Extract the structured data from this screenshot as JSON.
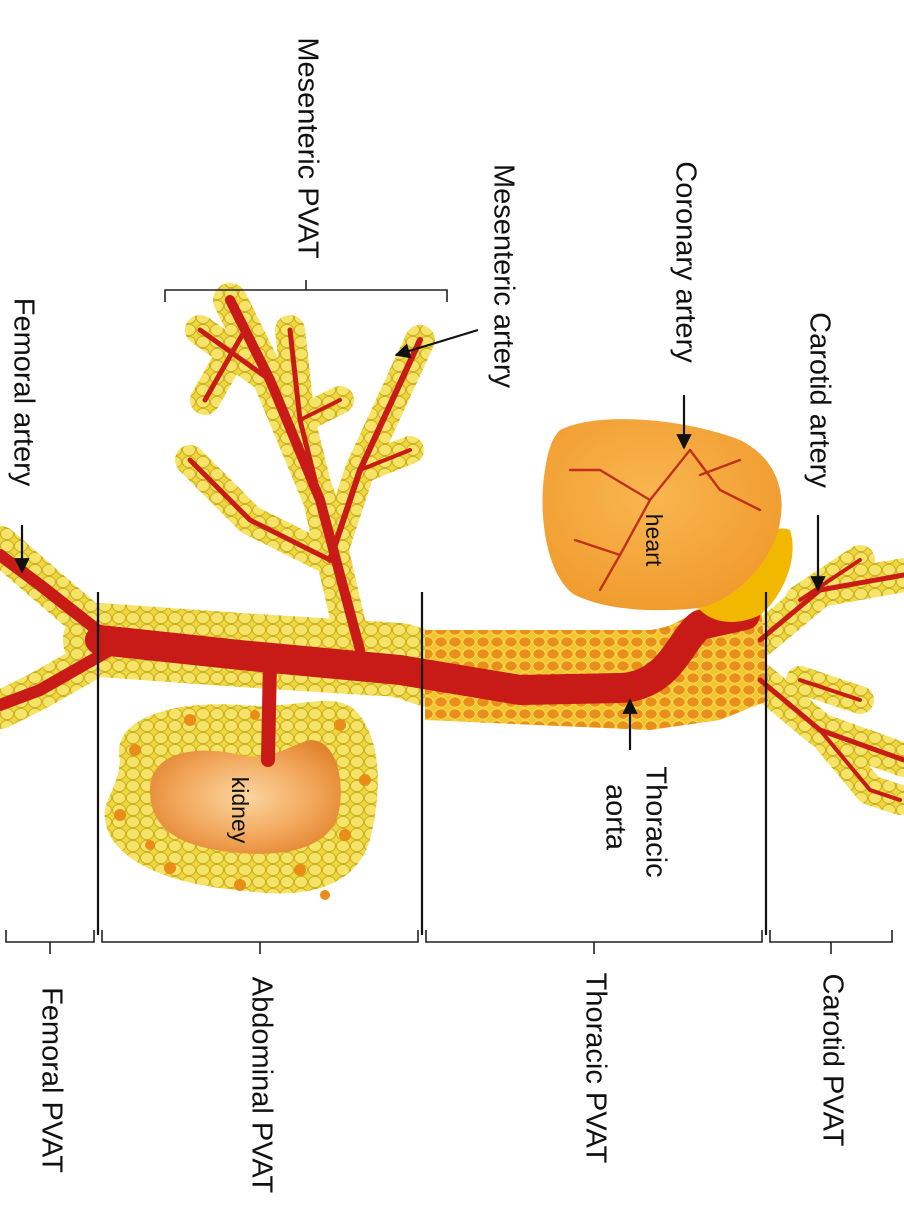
{
  "labels": {
    "mesenteric_pvat": "Mesenteric PVAT",
    "mesenteric_artery": "Mesenteric  artery",
    "coronary_artery": "Coronary  artery",
    "carotid_artery": "Carotid  artery",
    "femoral_artery": "Femoral  artery",
    "heart": "heart",
    "kidney": "kidney",
    "thoracic_aorta_line1": "Thoracic",
    "thoracic_aorta_line2": "aorta"
  },
  "regions": {
    "carotid": "Carotid PVAT",
    "thoracic": "Thoracic PVAT",
    "abdominal": "Abdominal PVAT",
    "femoral": "Femoral PVAT"
  },
  "colors": {
    "fat": "#f2dc44",
    "fat_outline": "#b8a020",
    "fat_dot": "#ea8c18",
    "vessel": "#c81a16",
    "heart": "#f5a43a",
    "heart_cap": "#f2b800",
    "kidney": "#f0a050",
    "aorta_fat": "#e9961c"
  }
}
